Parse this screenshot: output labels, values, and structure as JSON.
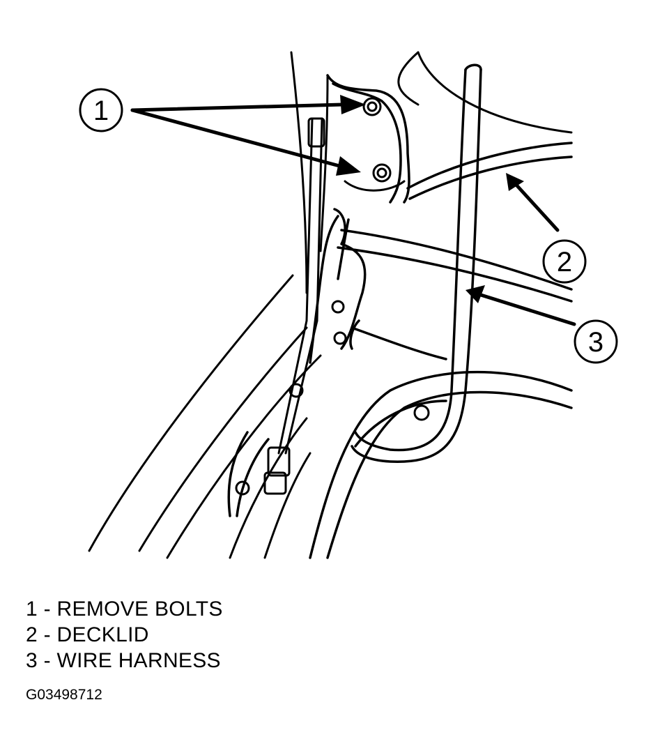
{
  "callouts": [
    {
      "number": "1",
      "label": "REMOVE BOLTS"
    },
    {
      "number": "2",
      "label": "DECKLID"
    },
    {
      "number": "3",
      "label": "WIRE HARNESS"
    }
  ],
  "legend": [
    "1 - REMOVE BOLTS",
    "2 - DECKLID",
    "3 - WIRE HARNESS"
  ],
  "figure_id": "G03498712",
  "colors": {
    "ink": "#000000",
    "paper": "#ffffff"
  }
}
